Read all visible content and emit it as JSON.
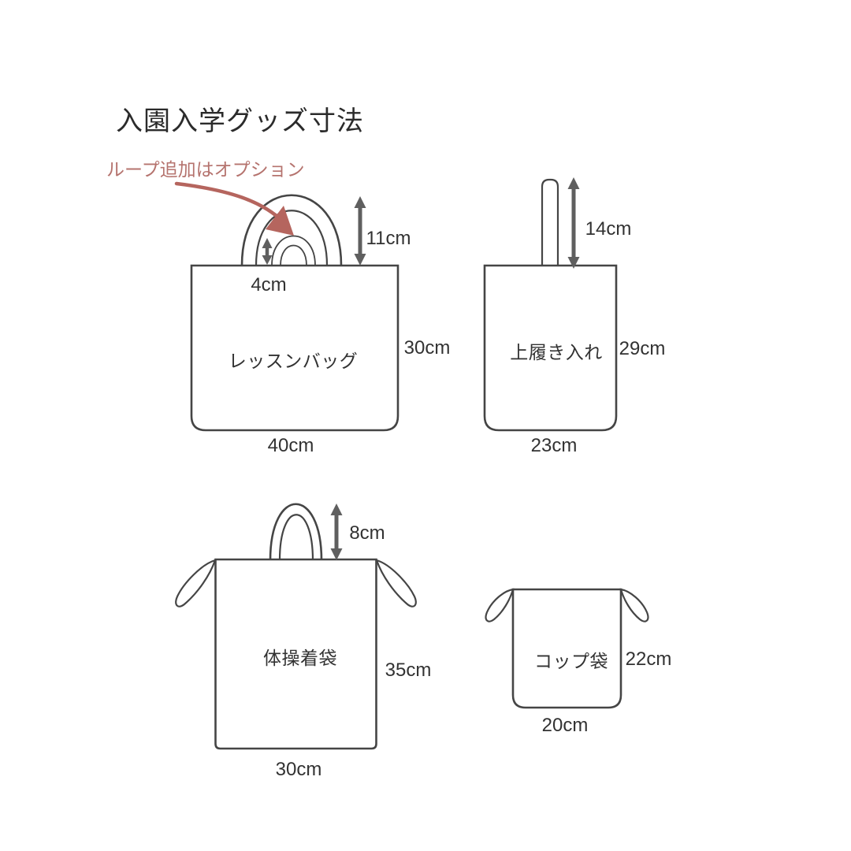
{
  "title": "入園入学グッズ寸法",
  "note": {
    "text": "ループ追加はオプション"
  },
  "colors": {
    "background": "#ffffff",
    "outline": "#454545",
    "dimension_arrow": "#5f5f5f",
    "accent": "#b5655e",
    "text": "#323232"
  },
  "bags": {
    "lesson_bag": {
      "name": "レッスンバッグ",
      "width": "40cm",
      "height": "30cm",
      "handle_height": "11cm",
      "loop_height": "4cm"
    },
    "shoe_bag": {
      "name": "上履き入れ",
      "width": "23cm",
      "height": "29cm",
      "handle_height": "14cm"
    },
    "gym_clothes_bag": {
      "name": "体操着袋",
      "width": "30cm",
      "height": "35cm",
      "handle_height": "8cm"
    },
    "cup_bag": {
      "name": "コップ袋",
      "width": "20cm",
      "height": "22cm"
    }
  }
}
